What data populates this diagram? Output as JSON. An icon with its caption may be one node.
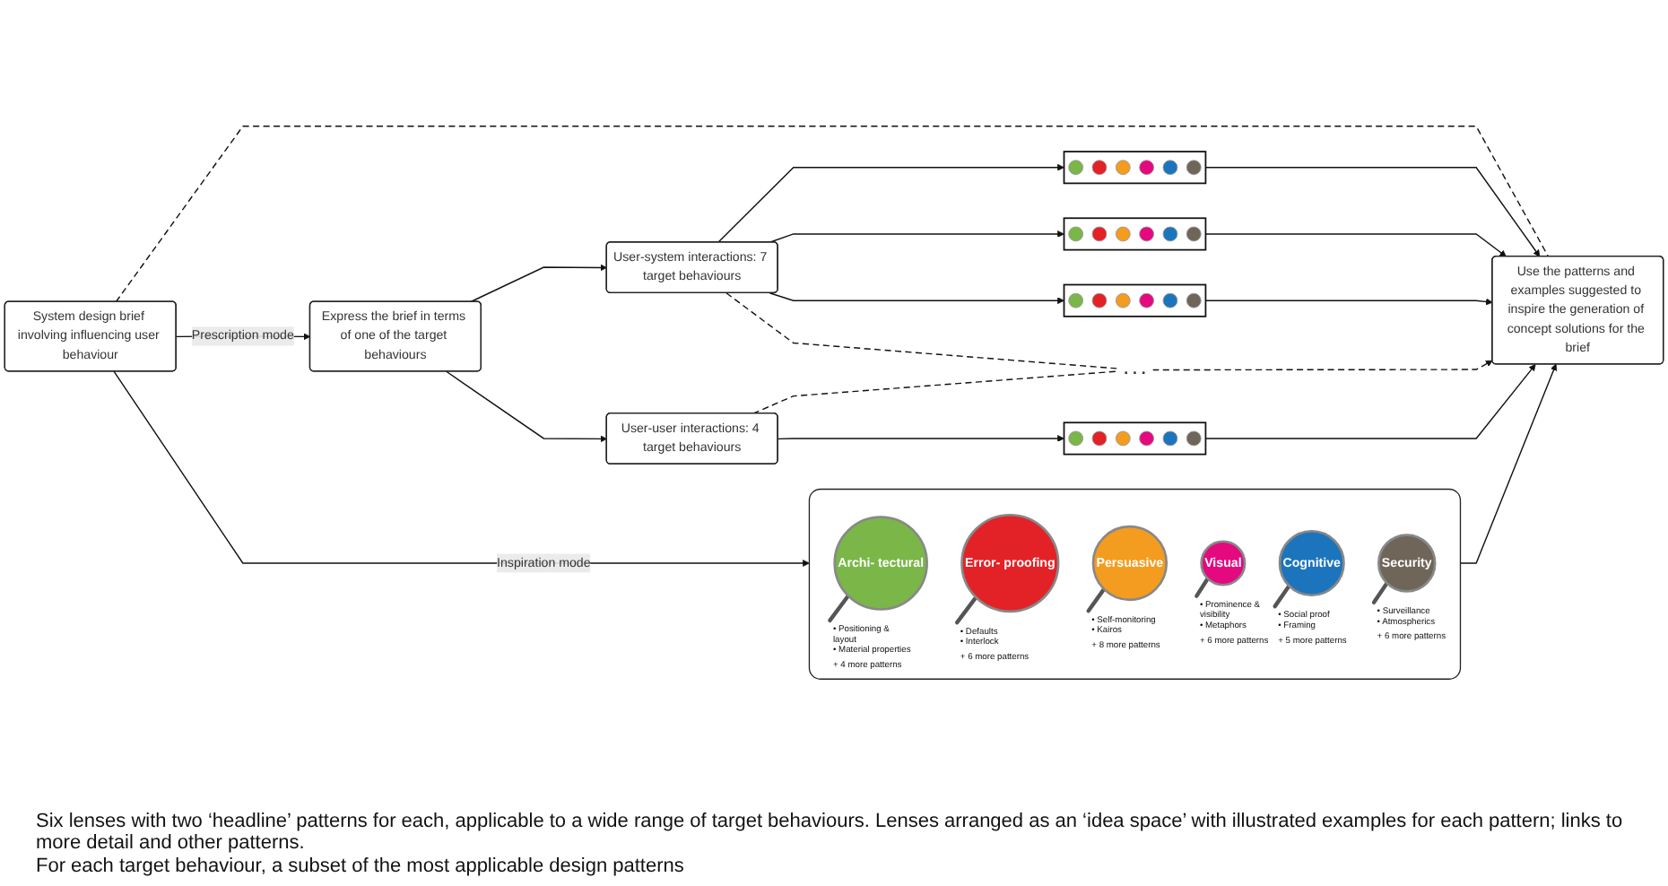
{
  "diagram": {
    "nodes": [
      {
        "text": [],
        "shape": "box"
      },
      {
        "text": [
          "Archi- tectural"
        ],
        "in": 0,
        "beside": [
          "• Positioning & layout",
          "• Material properties",
          "+ 4 more patterns"
        ]
      },
      {
        "text": [
          "Error- proofing"
        ],
        "in": 0,
        "beside": [
          "• Defaults",
          "• Interlock",
          "+ 6 more patterns"
        ]
      },
      {
        "text": [
          "Persuasive"
        ],
        "in": 0,
        "beside": [
          "• Self-monitoring",
          "• Kairos",
          "+ 8 more patterns"
        ]
      },
      {
        "text": [
          "Visual"
        ],
        "in": 0,
        "beside": [
          "• Prominence & visibility",
          "• Metaphors",
          "+ 6 more patterns"
        ]
      },
      {
        "text": [
          "Cognitive"
        ],
        "in": 0,
        "beside": [
          "• Social proof",
          "• Framing",
          "+ 5 more patterns"
        ]
      },
      {
        "text": [
          "Security"
        ],
        "in": 0,
        "beside": [
          "• Surveillance",
          "• Atmospherics",
          "+ 6 more patterns"
        ]
      },
      {
        "text": [
          "System design brief involving influencing user behaviour"
        ]
      },
      {
        "text": [
          "Use the patterns and examples suggested to inspire the generation of concept solutions for the brief"
        ]
      },
      {
        "text": [
          "Express the brief in terms of one of the target behaviours"
        ]
      },
      {
        "text": [
          "User-system interactions: 7 target behaviours"
        ]
      },
      {
        "text": [
          "User-user interactions: 4 target behaviours"
        ]
      },
      {
        "text": [],
        "shape": "box"
      },
      {
        "text": [],
        "shape": "box"
      },
      {
        "text": [],
        "shape": "box"
      },
      {
        "text": [
          ". . ."
        ]
      },
      {
        "text": [],
        "shape": "box"
      }
    ],
    "edges": [
      {
        "from": 7,
        "to": 0,
        "arrow": "to",
        "label": "Inspiration mode"
      },
      {
        "from": 0,
        "to": 8,
        "arrow": "to"
      },
      {
        "from": 7,
        "to": 8,
        "arrow": "none",
        "style": "dashed"
      },
      {
        "from": 7,
        "to": 9,
        "arrow": "to",
        "label": "Prescription mode"
      },
      {
        "from": 9,
        "to": 10,
        "arrow": "to"
      },
      {
        "from": 9,
        "to": 11,
        "arrow": "to"
      },
      {
        "from": 10,
        "to": 12,
        "arrow": "to"
      },
      {
        "from": 10,
        "to": 13,
        "arrow": "to"
      },
      {
        "from": 10,
        "to": 14,
        "arrow": "to"
      },
      {
        "from": 10,
        "to": 15,
        "arrow": "none",
        "style": "dashed"
      },
      {
        "from": 11,
        "to": 15,
        "arrow": "none",
        "style": "dashed"
      },
      {
        "from": 11,
        "to": 16,
        "arrow": "to"
      },
      {
        "from": 12,
        "to": 8,
        "arrow": "to"
      },
      {
        "from": 13,
        "to": 8,
        "arrow": "to"
      },
      {
        "from": 14,
        "to": 8,
        "arrow": "to"
      },
      {
        "from": 16,
        "to": 8,
        "arrow": "to"
      },
      {
        "from": 15,
        "to": 8,
        "arrow": "to",
        "style": "dashed"
      }
    ],
    "labels": [
      "Six lenses with two ‘headline’ patterns for each, applicable to a wide range of target behaviours. Lenses arranged as an ‘idea space’ with illustrated examples for each pattern; links to more detail and other patterns.",
      "For each target behaviour, a subset of the most applicable design patterns"
    ]
  }
}
